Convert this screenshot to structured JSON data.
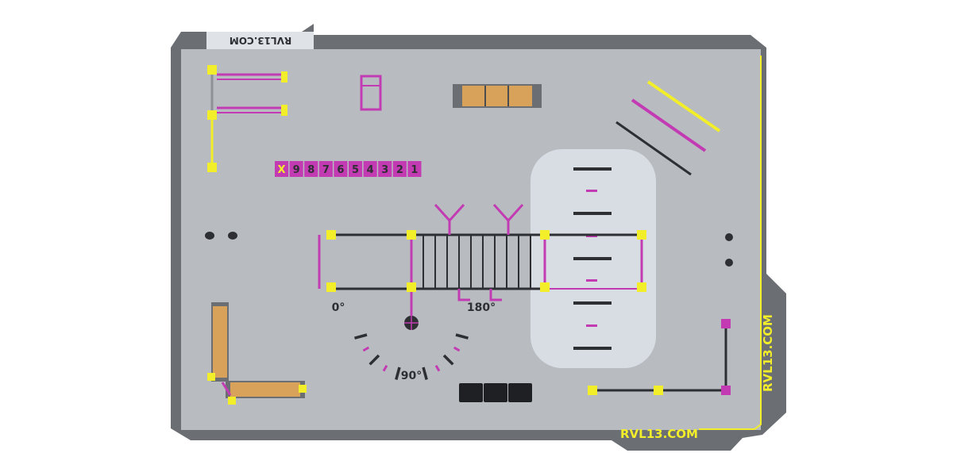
{
  "colors": {
    "frame": "#6b6e73",
    "floor": "#b8bcc1",
    "floor_inner": "#c2c6cb",
    "sprint_zone": "#dde3ea",
    "accent_magenta": "#c23bb2",
    "accent_yellow": "#f2ee2a",
    "dark": "#2d2f33",
    "wood": "#d8a25a"
  },
  "branding": {
    "top_logo": "RVL13.COM",
    "right_logo": "RVL13.COM",
    "bottom_logo": "RVL13.COM"
  },
  "number_strip": [
    "X",
    "9",
    "8",
    "7",
    "6",
    "5",
    "4",
    "3",
    "2",
    "1"
  ],
  "angle_dial": {
    "label_0": "0°",
    "label_90": "90°",
    "label_180": "180°"
  },
  "icons": {
    "pull_up_rig": "monkey-bar-rig",
    "parallel_bars": "parallel-bars",
    "bench": "wooden-bench",
    "plyo_boxes": "plyo-box-set",
    "sprint_lane": "sprint-ladder-lines"
  }
}
